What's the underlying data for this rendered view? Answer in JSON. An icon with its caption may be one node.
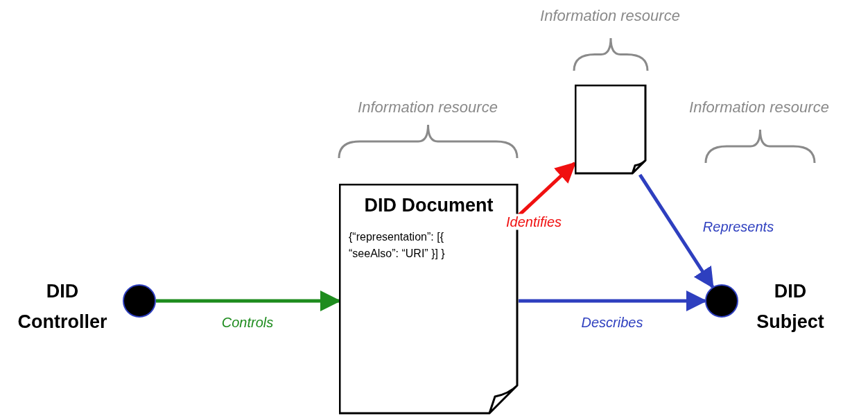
{
  "diagram": {
    "nodes": [
      {
        "text": [],
        "shape": "circle",
        "beside": [
          "DID Controller"
        ]
      },
      {
        "text": [
          "DID Document",
          "{“representation”: [{ “seeAlso”: “URI” }] }"
        ]
      },
      {
        "text": [],
        "shape": "box"
      },
      {
        "text": [],
        "shape": "circle",
        "beside": [
          "DID Subject"
        ]
      }
    ],
    "edges": [
      {
        "from": 0,
        "to": 1,
        "arrow": "to",
        "label": "Controls",
        "color": "#1e8c1e"
      },
      {
        "from": 1,
        "to": 3,
        "arrow": "to",
        "label": "Describes",
        "color": "#2e3fbf"
      },
      {
        "from": 1,
        "to": 2,
        "arrow": "to",
        "label": "Identifies",
        "color": "#f01010"
      },
      {
        "from": 2,
        "to": 3,
        "arrow": "to",
        "label": "Represents",
        "color": "#2e3fbf"
      }
    ],
    "labels": [
      "Information resource",
      "Information resource",
      "Information resource"
    ]
  }
}
